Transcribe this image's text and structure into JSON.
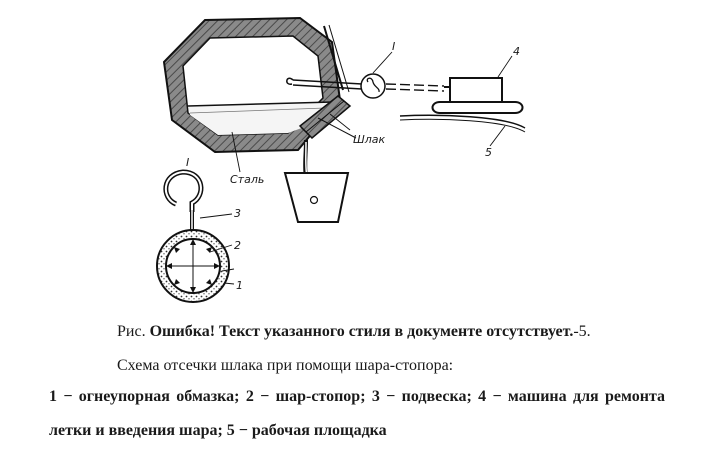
{
  "figure": {
    "labels": {
      "zone_I_top": "I",
      "zone_I_bottom": "I",
      "slag": "Шлак",
      "steel": "Сталь",
      "n1": "1",
      "n2": "2",
      "n3": "3",
      "n4": "4",
      "n5": "5"
    }
  },
  "caption": {
    "prefix": "Рис. ",
    "error_text": "Ошибка! Текст указанного стиля в документе отсутствует.",
    "suffix": "-5.",
    "title": "Схема отсечки шлака при помощи шара-стопора:",
    "legend": "1 − огнеупорная обмазка; 2 − шар-стопор; 3 − подвеска; 4 − машина для ремонта летки и введения шара; 5 − рабочая площадка"
  }
}
